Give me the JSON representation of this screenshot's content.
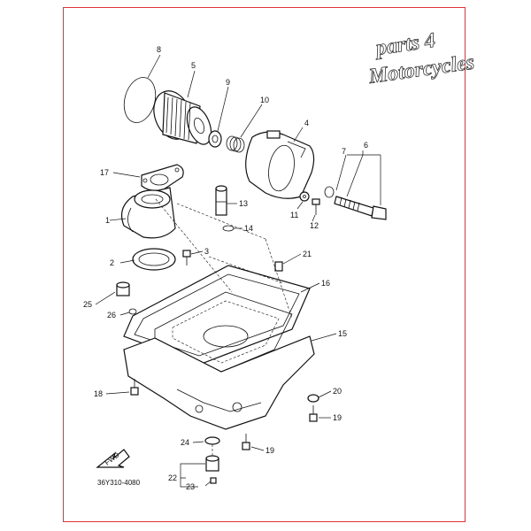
{
  "logo": {
    "line1": "parts 4",
    "line2": "Motorcycles"
  },
  "part_code": "36Y310-4080",
  "fwd_label": "FWD",
  "callouts": {
    "c1": "1",
    "c2": "2",
    "c3": "3",
    "c4": "4",
    "c5": "5",
    "c6": "6",
    "c7": "7",
    "c8": "8",
    "c9": "9",
    "c10": "10",
    "c11": "11",
    "c12": "12",
    "c13": "13",
    "c14": "14",
    "c15": "15",
    "c16": "16",
    "c17": "17",
    "c18": "18",
    "c19a": "19",
    "c19b": "19",
    "c20": "20",
    "c21": "21",
    "c22": "22",
    "c23": "23",
    "c24": "24",
    "c25": "25",
    "c26": "26"
  },
  "colors": {
    "frame": "#e0303a",
    "ink": "#111111"
  }
}
